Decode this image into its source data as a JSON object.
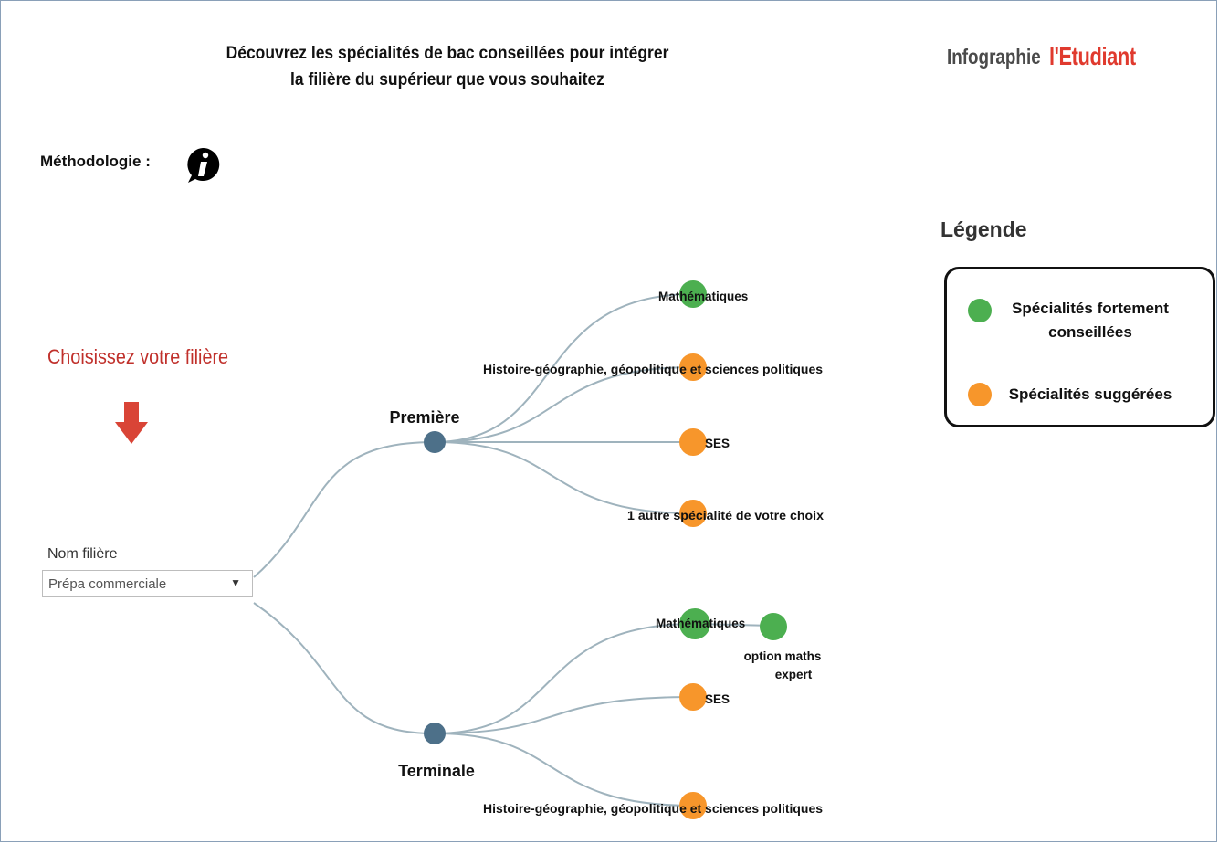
{
  "header": {
    "title_line1": "Découvrez les spécialités de bac conseillées pour intégrer",
    "title_line2": "la filière du supérieur que vous souhaitez",
    "brand_prefix": "Infographie",
    "brand_logo": "l'Etudiant"
  },
  "methodology": {
    "label": "Méthodologie :",
    "icon": "info-icon"
  },
  "selector": {
    "prompt": "Choisissez votre filière",
    "arrow_icon": "down-arrow-icon",
    "label": "Nom filière",
    "value": "Prépa commerciale"
  },
  "tree": {
    "premiere": {
      "label": "Première",
      "items": [
        {
          "label": "Mathématiques",
          "kind": "strong"
        },
        {
          "label": "Histoire-géographie, géopolitique et sciences politiques",
          "kind": "suggested"
        },
        {
          "label": "SES",
          "kind": "suggested"
        },
        {
          "label": "1 autre spécialité de votre choix",
          "kind": "suggested"
        }
      ]
    },
    "terminale": {
      "label": "Terminale",
      "items": [
        {
          "label": "Mathématiques",
          "kind": "strong"
        },
        {
          "label": "SES",
          "kind": "suggested"
        },
        {
          "label": "Histoire-géographie, géopolitique et sciences politiques",
          "kind": "suggested"
        }
      ],
      "option": {
        "line1": "option maths",
        "line2": "expert",
        "kind": "strong"
      }
    }
  },
  "legend": {
    "title": "Légende",
    "strong_line1": "Spécialités fortement",
    "strong_line2": "conseillées",
    "suggested": "Spécialités suggérées"
  },
  "colors": {
    "strong": "#4caf50",
    "suggested": "#f7962b",
    "hub": "#4d7089",
    "link": "#9fb3bd",
    "accent_red": "#c0302b"
  }
}
